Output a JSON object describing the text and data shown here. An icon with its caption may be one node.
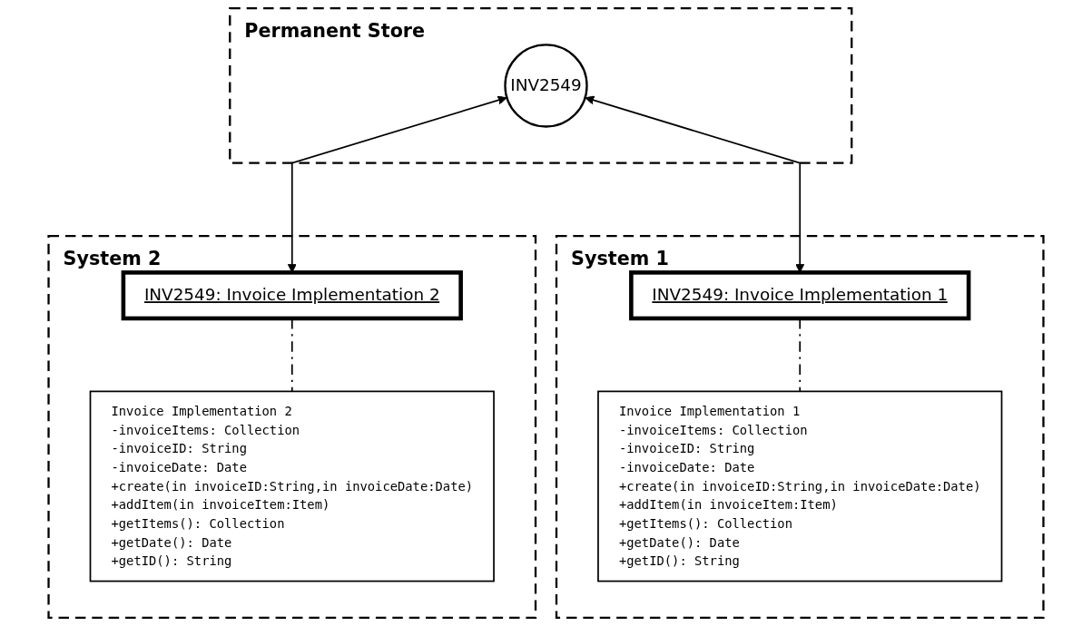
{
  "diagram": {
    "nodes": [
      {
        "text": [
          "Permanent Store"
        ]
      },
      {
        "text": [
          "INV2549"
        ],
        "in": 0
      },
      {
        "text": [
          "System 1"
        ]
      },
      {
        "text": [
          "INV2549: Invoice Implementation 1"
        ],
        "in": 2
      },
      {
        "text": [
          "Invoice Implementation 1",
          "-invoiceItems: Collection",
          "-invoiceID: String",
          "-invoiceDate: Date",
          "+create(in invoiceID:String,in invoiceDate:Date)",
          "+addItem(in invoiceItem:Item)",
          "+getItems(): Collection",
          "+getDate(): Date",
          "+getID(): String"
        ],
        "in": 2
      },
      {
        "text": [
          "System 2"
        ]
      },
      {
        "text": [
          "INV2549: Invoice Implementation 2"
        ],
        "in": 5
      },
      {
        "text": [
          "Invoice Implementation 2",
          "-invoiceItems: Collection",
          "-invoiceID: String",
          "-invoiceDate: Date",
          "+create(in invoiceID:String,in invoiceDate:Date)",
          "+addItem(in invoiceItem:Item)",
          "+getItems(): Collection",
          "+getDate(): Date",
          "+getID(): String"
        ],
        "in": 5
      }
    ],
    "edges": [
      {
        "from": 1,
        "to": 3,
        "arrow": "both"
      },
      {
        "from": 1,
        "to": 6,
        "arrow": "both"
      },
      {
        "from": 3,
        "to": 4,
        "arrow": "none",
        "style": "dashed"
      },
      {
        "from": 6,
        "to": 7,
        "arrow": "none",
        "style": "dashed"
      }
    ]
  }
}
